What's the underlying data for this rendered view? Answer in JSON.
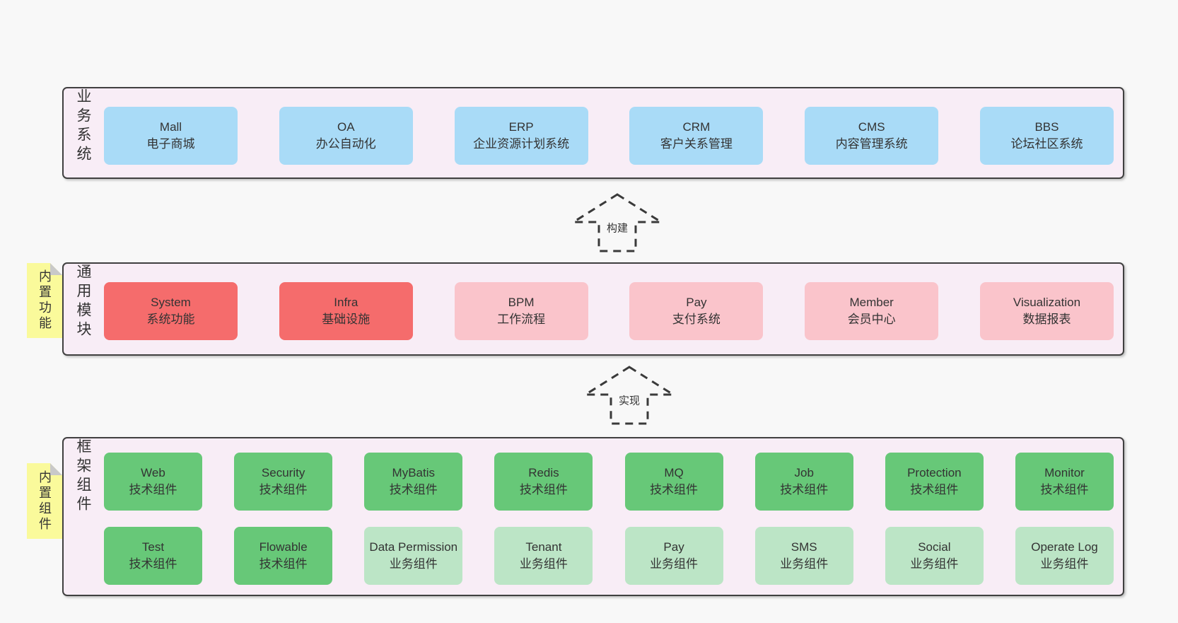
{
  "colors": {
    "page_bg": "#f8f8f8",
    "band_bg": "#f8edf6",
    "band_border": "#404040",
    "blue_box": "#a9dbf7",
    "red_box": "#f56c6c",
    "pink_box": "#fac4cb",
    "green_box": "#67c878",
    "light_green_box": "#bce5c6",
    "note_yellow": "#fafa9b",
    "note_fold_gray": "#c9c9c9",
    "text": "#333333",
    "arrow_stroke": "#3a3a3a"
  },
  "bands": [
    {
      "label": "业务系统",
      "boxes": [
        {
          "title": "Mall",
          "subtitle": "电子商城",
          "variant": "blue"
        },
        {
          "title": "OA",
          "subtitle": "办公自动化",
          "variant": "blue"
        },
        {
          "title": "ERP",
          "subtitle": "企业资源计划系统",
          "variant": "blue"
        },
        {
          "title": "CRM",
          "subtitle": "客户关系管理",
          "variant": "blue"
        },
        {
          "title": "CMS",
          "subtitle": "内容管理系统",
          "variant": "blue"
        },
        {
          "title": "BBS",
          "subtitle": "论坛社区系统",
          "variant": "blue"
        }
      ]
    },
    {
      "label": "通用模块",
      "note": "内置功能",
      "boxes": [
        {
          "title": "System",
          "subtitle": "系统功能",
          "variant": "red"
        },
        {
          "title": "Infra",
          "subtitle": "基础设施",
          "variant": "red"
        },
        {
          "title": "BPM",
          "subtitle": "工作流程",
          "variant": "pink"
        },
        {
          "title": "Pay",
          "subtitle": "支付系统",
          "variant": "pink"
        },
        {
          "title": "Member",
          "subtitle": "会员中心",
          "variant": "pink"
        },
        {
          "title": "Visualization",
          "subtitle": "数据报表",
          "variant": "pink"
        }
      ]
    },
    {
      "label": "框架组件",
      "note": "内置组件",
      "rows": [
        [
          {
            "title": "Web",
            "subtitle": "技术组件",
            "variant": "green"
          },
          {
            "title": "Security",
            "subtitle": "技术组件",
            "variant": "green"
          },
          {
            "title": "MyBatis",
            "subtitle": "技术组件",
            "variant": "green"
          },
          {
            "title": "Redis",
            "subtitle": "技术组件",
            "variant": "green"
          },
          {
            "title": "MQ",
            "subtitle": "技术组件",
            "variant": "green"
          },
          {
            "title": "Job",
            "subtitle": "技术组件",
            "variant": "green"
          },
          {
            "title": "Protection",
            "subtitle": "技术组件",
            "variant": "green"
          },
          {
            "title": "Monitor",
            "subtitle": "技术组件",
            "variant": "green"
          }
        ],
        [
          {
            "title": "Test",
            "subtitle": "技术组件",
            "variant": "green"
          },
          {
            "title": "Flowable",
            "subtitle": "技术组件",
            "variant": "green"
          },
          {
            "title": "Data Permission",
            "subtitle": "业务组件",
            "variant": "lightgreen"
          },
          {
            "title": "Tenant",
            "subtitle": "业务组件",
            "variant": "lightgreen"
          },
          {
            "title": "Pay",
            "subtitle": "业务组件",
            "variant": "lightgreen"
          },
          {
            "title": "SMS",
            "subtitle": "业务组件",
            "variant": "lightgreen"
          },
          {
            "title": "Social",
            "subtitle": "业务组件",
            "variant": "lightgreen"
          },
          {
            "title": "Operate Log",
            "subtitle": "业务组件",
            "variant": "lightgreen"
          }
        ]
      ]
    }
  ],
  "arrows": [
    {
      "label": "构建"
    },
    {
      "label": "实现"
    }
  ]
}
